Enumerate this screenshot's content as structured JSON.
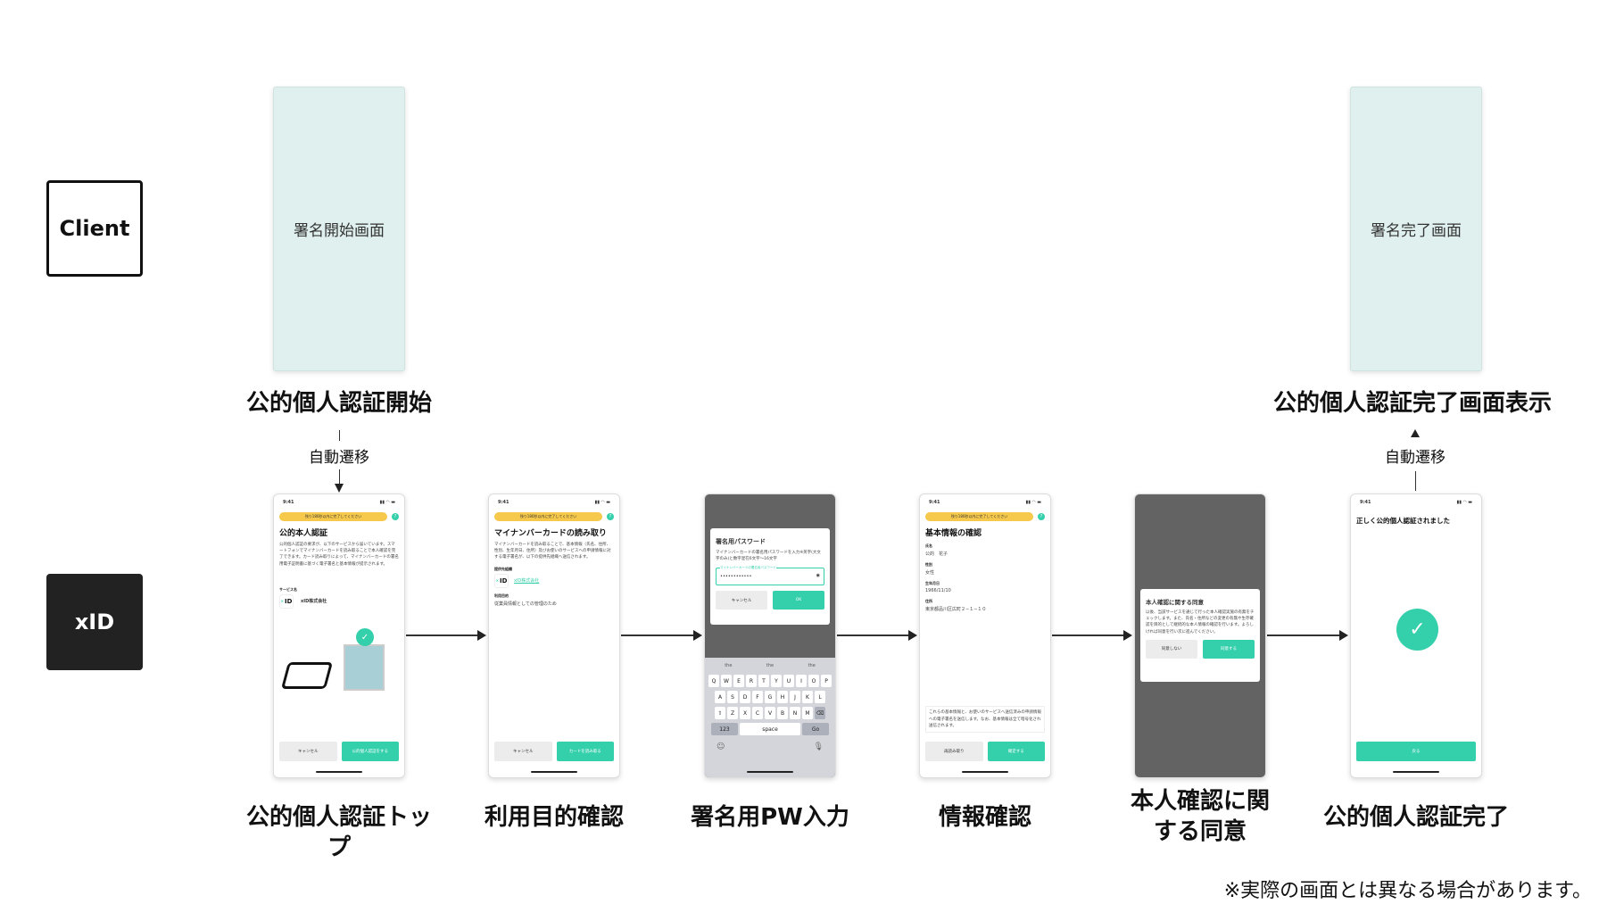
{
  "lanes": {
    "client": "Client",
    "xid": "xID"
  },
  "client_screens": {
    "start": "署名開始画面",
    "complete": "署名完了画面"
  },
  "client_steps": {
    "start": "公的個人認証開始",
    "complete": "公的個人認証完了画面表示"
  },
  "auto_transition": "自動遷移",
  "phone_common": {
    "time": "9:41",
    "timer": "残り180秒以内に完了してください",
    "help": "?",
    "cancel": "キャンセル"
  },
  "screens": [
    {
      "label": "公的個人認証トップ",
      "title": "公的本人認証",
      "body": "公的個人認証の要求が、以下のサービスから届いています。スマートフォンでマイナンバーカードを読み取ることで本人確認を完了できます。カード読み取りによって、マイナンバーカードの署名用電子証明書に基づく電子署名と基本情報が提示されます。",
      "service_label": "サービス名",
      "service_name": "xID株式会社",
      "logo": "ID",
      "primary": "公的個人認証をする"
    },
    {
      "label": "利用目的確認",
      "title": "マイナンバーカードの読み取り",
      "body": "マイナンバーカードを読み取ることで、基本情報（氏名、住所、性別、生年月日、住所）及びお使いのサービスへの申請情報に対する電子署名が、以下の提供先組織へ送信されます。",
      "org_label": "提供先組織",
      "org_name": "xID株式会社",
      "purpose_label": "利用目的",
      "purpose": "従業員情報としての管理のため",
      "primary": "カードを読み取る"
    },
    {
      "label": "署名用PW入力",
      "title": "署名用パスワード",
      "body": "マイナンバーカードの署名用パスワードを入力※英字(大文字のみ)と数字混在6文字〜16文字",
      "field_label": "マイナンバーカードの署名用パスワード",
      "field_value": "••••••••••••",
      "primary": "OK",
      "suggestions": [
        "the",
        "the",
        "the"
      ],
      "keys": [
        [
          "Q",
          "W",
          "E",
          "R",
          "T",
          "Y",
          "U",
          "I",
          "O",
          "P"
        ],
        [
          "A",
          "S",
          "D",
          "F",
          "G",
          "H",
          "J",
          "K",
          "L"
        ],
        [
          "Z",
          "X",
          "C",
          "V",
          "B",
          "N",
          "M"
        ]
      ],
      "num_key": "123",
      "space_key": "space",
      "go_key": "Go"
    },
    {
      "label": "情報確認",
      "title": "基本情報の確認",
      "fields": [
        {
          "k": "氏名",
          "v": "公的　花子"
        },
        {
          "k": "性別",
          "v": "女性"
        },
        {
          "k": "生年月日",
          "v": "1966/11/10"
        },
        {
          "k": "住所",
          "v": "東京都品川区広町２−１−１０"
        }
      ],
      "note": "これらの基本情報と、お使いのサービスへ送信済みの申請情報への電子署名を送信します。なお、基本情報は全て暗号化され送信されます。",
      "secondary": "再読み取り",
      "primary": "確定する"
    },
    {
      "label": "本人確認に関する同意",
      "title": "本人確認に関する同意",
      "body": "以後、当該サービスを通じて行った本人確認実施の有無をチェックします。また、氏名・住所などの変更の有無や生存確認を目的として継続的な本人情報の確認を行います。よろしければ同意を行い次に進んでください。",
      "secondary": "同意しない",
      "primary": "同意する"
    },
    {
      "label": "公的個人認証完了",
      "title": "正しく公的個人認証されました",
      "primary": "戻る"
    }
  ],
  "footnote": "※実際の画面とは異なる場合があります。",
  "colors": {
    "accent": "#34cfab",
    "timer": "#f6c94c",
    "client_screen": "#dff0ee",
    "xid_lane": "#222222"
  }
}
